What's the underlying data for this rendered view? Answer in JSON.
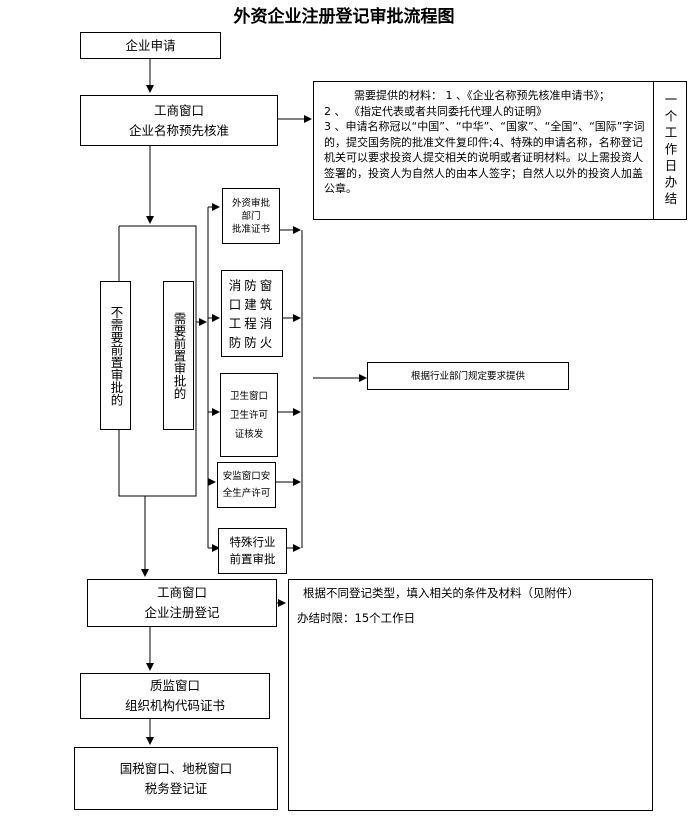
{
  "title": "外资企业注册登记审批流程图",
  "nodes": {
    "apply": "企业申请",
    "name_check_l1": "工商窗口",
    "name_check_l2": "企业名称预先核准",
    "no_prereq": "不需要前置审批的",
    "prereq": "需要前置审批的",
    "foreign_l1": "外资审批",
    "foreign_l2": "部门",
    "foreign_l3": "批准证书",
    "fire_l1": "消防窗",
    "fire_l2": "口建筑",
    "fire_l3": "工程消",
    "fire_l4": "防防火",
    "health_l1": "卫生窗口",
    "health_l2": "卫生许可",
    "health_l3": "证核发",
    "safety_l1": "安监窗口安",
    "safety_l2": "全生产许可",
    "special_l1": "特殊行业",
    "special_l2": "前置审批",
    "industry_note": "根据行业部门规定要求提供",
    "register_l1": "工商窗口",
    "register_l2": "企业注册登记",
    "quality_l1": "质监窗口",
    "quality_l2": "组织机构代码证书",
    "tax_l1": "国税窗口、地税窗口",
    "tax_l2": "税务登记证"
  },
  "materials_note": {
    "p1": "需要提供的材料： 1 、《企业名称预先核准申请书》；",
    "p2": "2 、 《指定代表或者共同委托代理人的证明》",
    "p3": "3 、申请名称冠以“中国”、“中华”、“国家”、“全国”、“国际”字词的，提交国务院的批准文件复印件;4、特殊的申请名称，名称登记机关可以要求投资人提交相关的说明或者证明材料。以上需投资人签署的，投资人为自然人的由本人签字；自然人以外的投资人加盖公章。",
    "deadline": "一个工作日办结"
  },
  "register_note": {
    "line1": "根据不同登记类型，填入相关的条件及材料（见附件）",
    "line2": "办结时限：15个工作日"
  }
}
